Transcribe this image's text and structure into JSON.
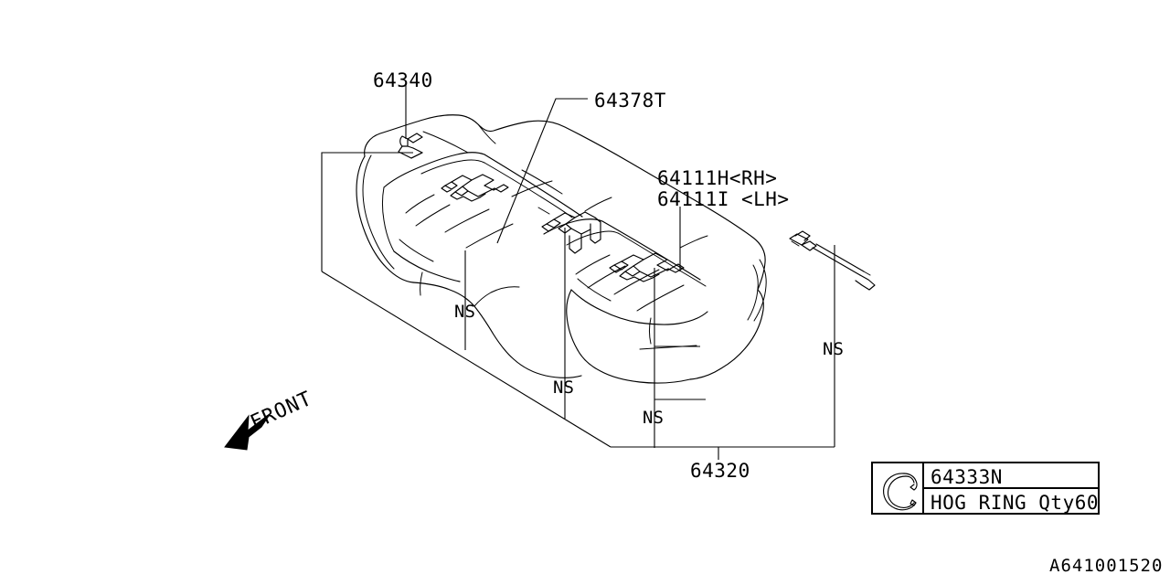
{
  "diagram": {
    "drawing_number": "A641001520",
    "orientation_marker": {
      "label": "FRONT",
      "icon": "front-arrow-icon"
    },
    "callouts": [
      {
        "id": "callout-64340",
        "text": "64340"
      },
      {
        "id": "callout-64378T",
        "text": "64378T"
      },
      {
        "id": "callout-64111H",
        "text": "64111H<RH>"
      },
      {
        "id": "callout-64111I",
        "text": "64111I <LH>"
      },
      {
        "id": "callout-64320",
        "text": "64320"
      }
    ],
    "ns_markers": [
      {
        "id": "ns-marker-1",
        "text": "NS"
      },
      {
        "id": "ns-marker-2",
        "text": "NS"
      },
      {
        "id": "ns-marker-3",
        "text": "NS"
      },
      {
        "id": "ns-marker-4",
        "text": "NS"
      }
    ],
    "legend": {
      "icon": "hog-ring-icon",
      "part_number": "64333N",
      "description": "HOG RING Qty60"
    },
    "colors": {
      "line": "#000000",
      "background": "#ffffff"
    }
  }
}
